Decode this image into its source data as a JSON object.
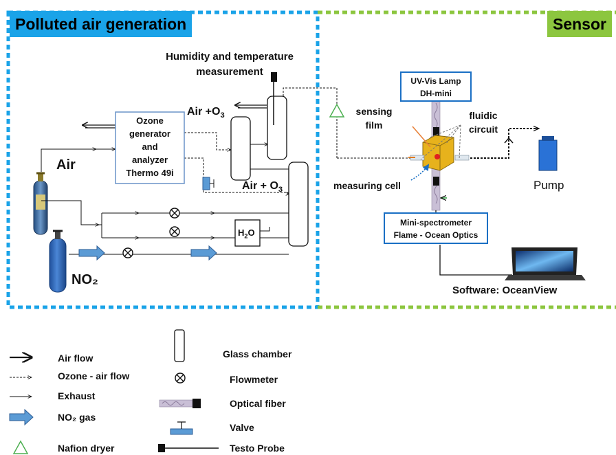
{
  "sections": {
    "left_title": "Polluted air generation",
    "right_title": "Sensor"
  },
  "colors": {
    "left_panel": "#1aa3e8",
    "right_panel": "#8cc63f",
    "component_blue": "#3d7fcf",
    "arrow_blue": "#5b9bd5",
    "nafion_green": "#4caf50"
  },
  "left_panel": {
    "humidity_line1": "Humidity and temperature",
    "humidity_line2": "measurement",
    "air_o3_upper": "Air +O",
    "air_o3_lower": "Air + O",
    "o3_subscript": "3",
    "ozone_box": [
      "Ozone",
      "generator",
      "and",
      "analyzer",
      "Thermo 49i"
    ],
    "air_label": "Air",
    "no2_label": "NO₂",
    "h2o_main": "H",
    "h2o_sub": "2",
    "h2o_tail": "O"
  },
  "right_panel": {
    "lamp_line1": "UV-Vis Lamp",
    "lamp_line2": "DH-mini",
    "sensing_line1": "sensing",
    "sensing_line2": "film",
    "fluidic_line1": "fluidic",
    "fluidic_line2": "circuit",
    "measuring_cell": "measuring cell",
    "pump": "Pump",
    "spectro_line1": "Mini-spectrometer",
    "spectro_line2": "Flame - Ocean Optics",
    "software": "Software: OceanView"
  },
  "legend": {
    "air_flow": "Air flow",
    "ozone_air_flow": "Ozone - air flow",
    "exhaust": "Exhaust",
    "no2_gas": "NO₂ gas",
    "nafion_dryer": "Nafion dryer",
    "glass_chamber": "Glass chamber",
    "flowmeter": "Flowmeter",
    "optical_fiber": "Optical fiber",
    "valve": "Valve",
    "testo_probe": "Testo Probe"
  }
}
